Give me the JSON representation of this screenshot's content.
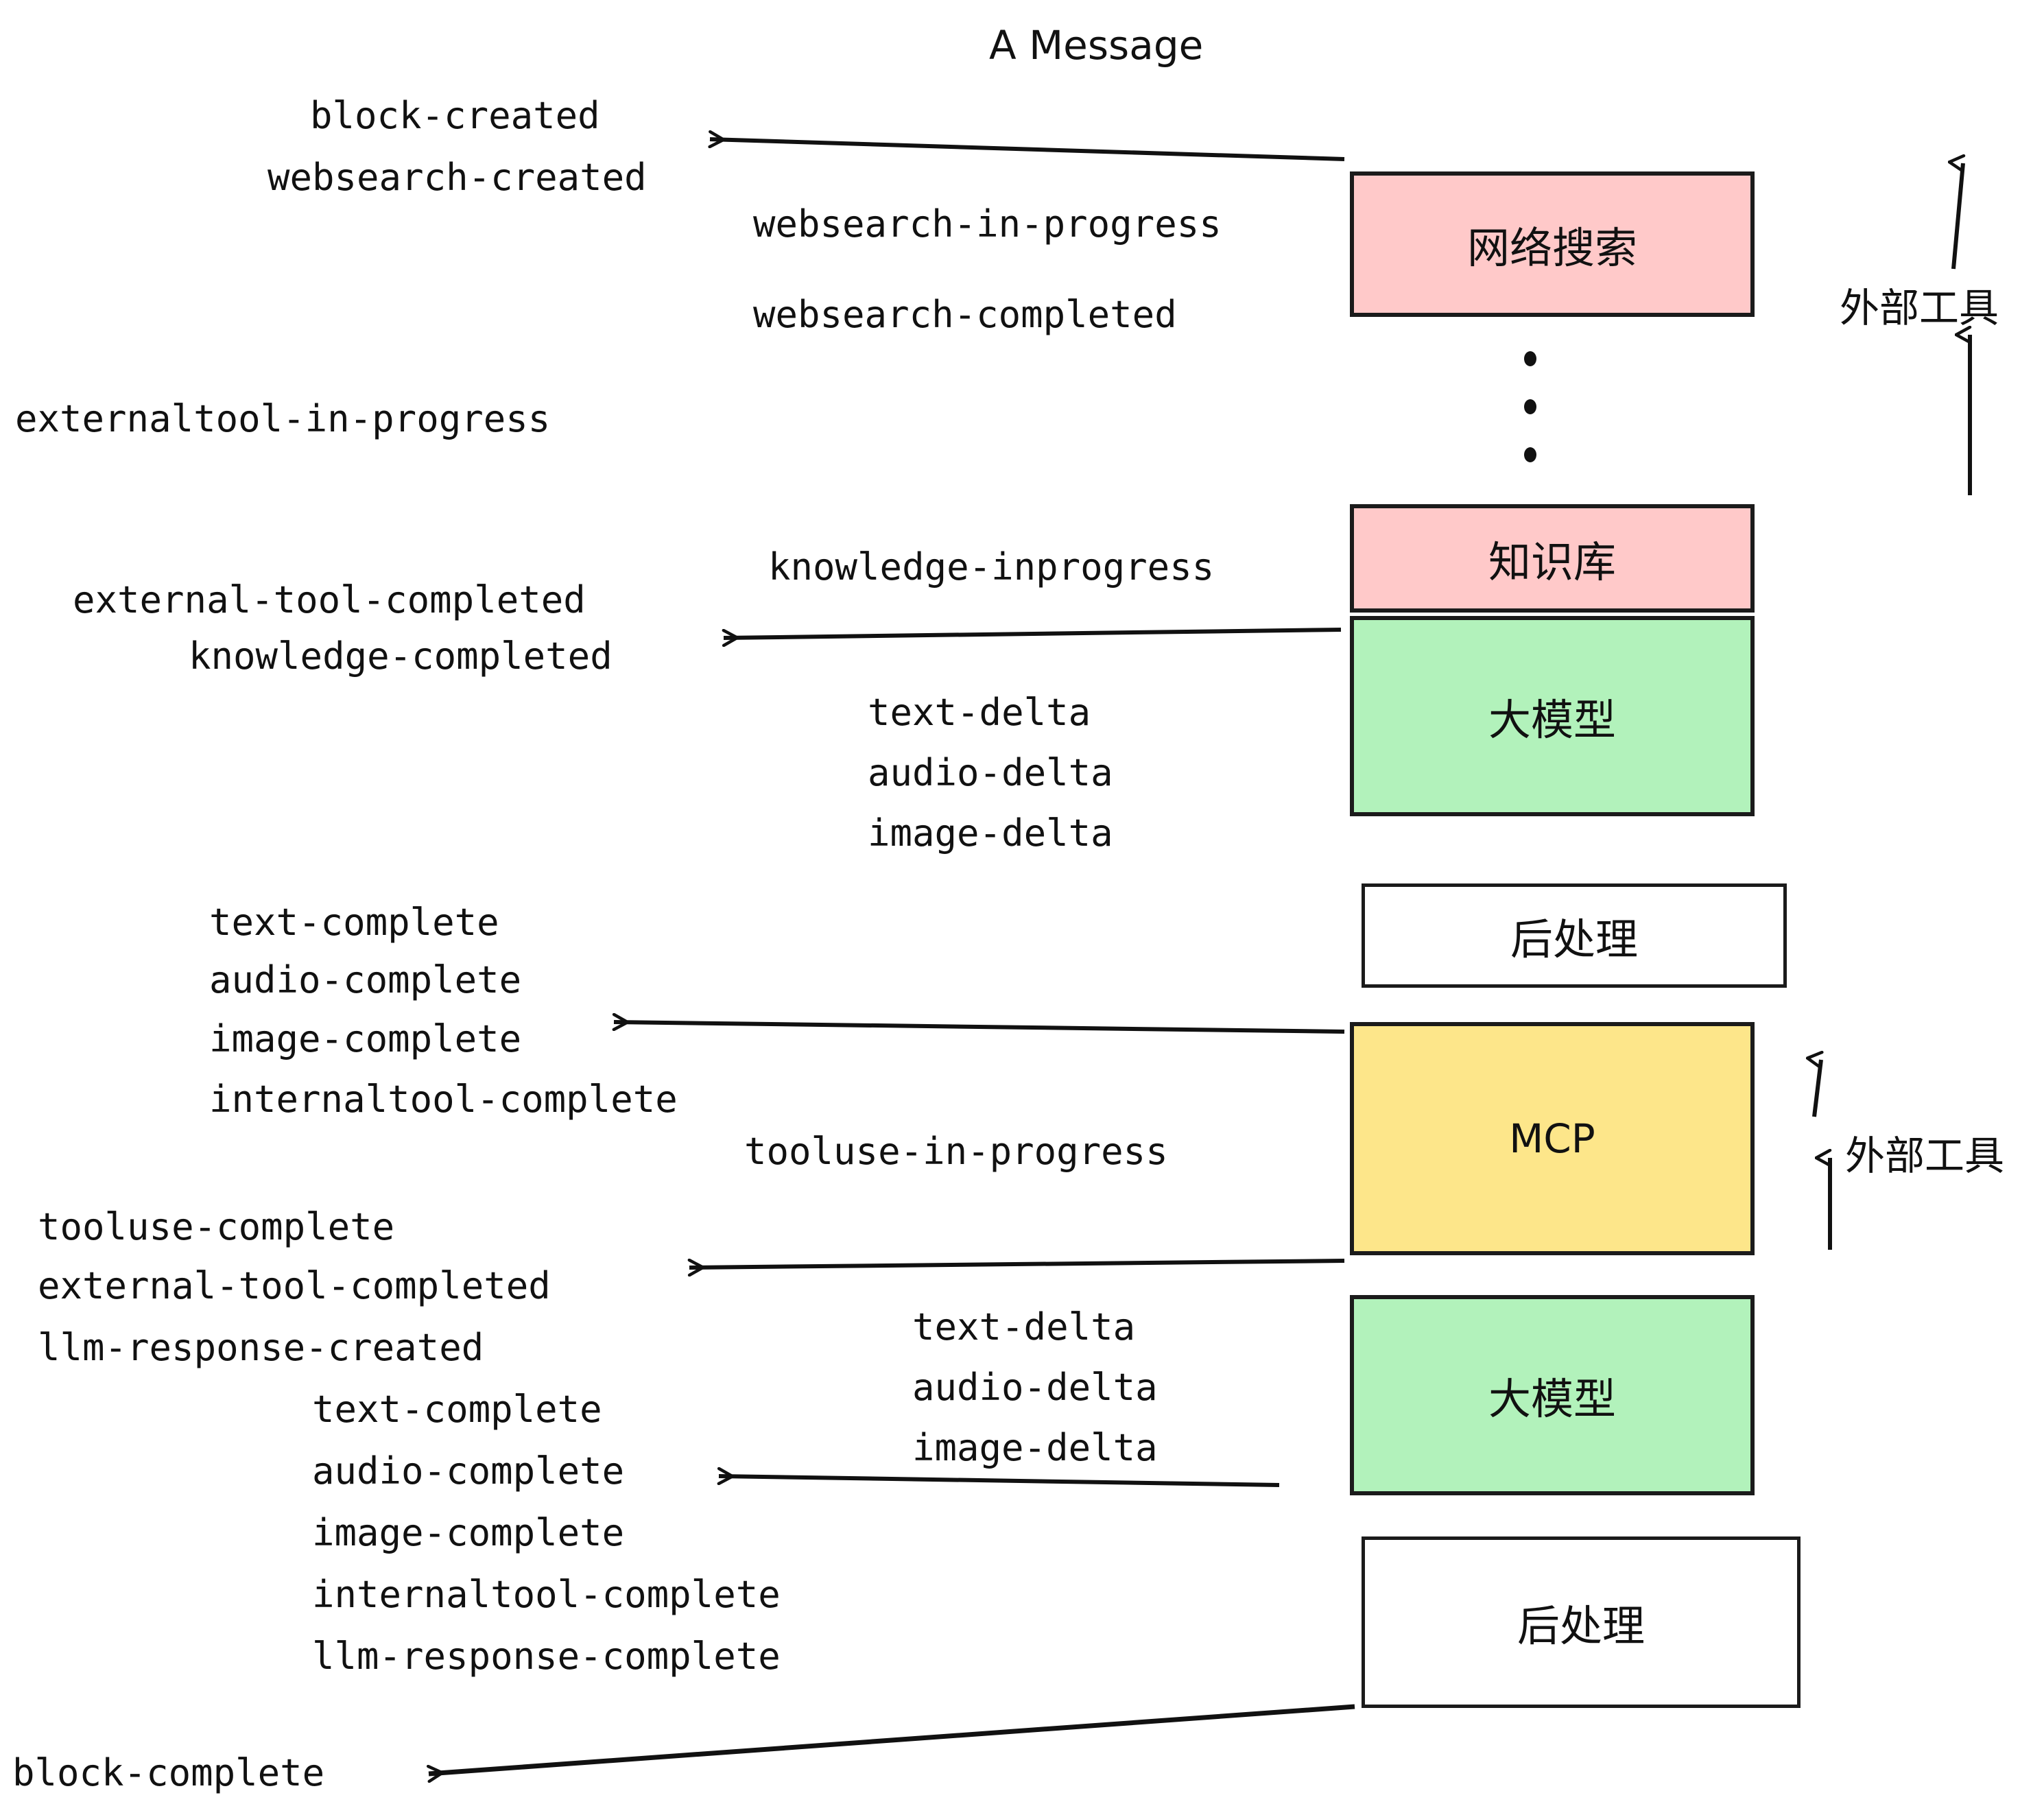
{
  "title": "A Message",
  "colors": {
    "pink": "#FFC9C9",
    "green": "#B2F2BB",
    "yellow": "#FDE68A",
    "white": "#FFFFFF",
    "stroke": "#1B1B1B"
  },
  "boxes": [
    {
      "id": "websearch",
      "label": "网络搜索",
      "fill": "#FFC9C9"
    },
    {
      "id": "knowledge",
      "label": "知识库",
      "fill": "#FFC9C9"
    },
    {
      "id": "llm-top",
      "label": "大模型",
      "fill": "#B2F2BB"
    },
    {
      "id": "post-top",
      "label": "后处理",
      "fill": "#FFFFFF"
    },
    {
      "id": "mcp",
      "label": "MCP",
      "fill": "#FDE68A"
    },
    {
      "id": "llm-bottom",
      "label": "大模型",
      "fill": "#B2F2BB"
    },
    {
      "id": "post-bottom",
      "label": "后处理",
      "fill": "#FFFFFF"
    }
  ],
  "side_labels": [
    {
      "id": "external-tools-top",
      "label": "外部工具"
    },
    {
      "id": "external-tools-bottom",
      "label": "外部工具"
    }
  ],
  "events": [
    {
      "id": "block-created",
      "text": "block-created"
    },
    {
      "id": "websearch-created",
      "text": "websearch-created"
    },
    {
      "id": "websearch-in-progress",
      "text": "websearch-in-progress"
    },
    {
      "id": "websearch-completed",
      "text": "websearch-completed"
    },
    {
      "id": "externaltool-in-progress",
      "text": "externaltool-in-progress"
    },
    {
      "id": "knowledge-inprogress",
      "text": "knowledge-inprogress"
    },
    {
      "id": "external-tool-completed-1",
      "text": "external-tool-completed"
    },
    {
      "id": "knowledge-completed",
      "text": "knowledge-completed"
    },
    {
      "id": "text-delta-1",
      "text": "text-delta"
    },
    {
      "id": "audio-delta-1",
      "text": "audio-delta"
    },
    {
      "id": "image-delta-1",
      "text": "image-delta"
    },
    {
      "id": "text-complete-1",
      "text": "text-complete"
    },
    {
      "id": "audio-complete-1",
      "text": "audio-complete"
    },
    {
      "id": "image-complete-1",
      "text": "image-complete"
    },
    {
      "id": "internaltool-complete-1",
      "text": "internaltool-complete"
    },
    {
      "id": "tooluse-in-progress",
      "text": "tooluse-in-progress"
    },
    {
      "id": "tooluse-complete",
      "text": "tooluse-complete"
    },
    {
      "id": "external-tool-completed-2",
      "text": "external-tool-completed"
    },
    {
      "id": "llm-response-created",
      "text": "llm-response-created"
    },
    {
      "id": "text-delta-2",
      "text": "text-delta"
    },
    {
      "id": "audio-delta-2",
      "text": "audio-delta"
    },
    {
      "id": "image-delta-2",
      "text": "image-delta"
    },
    {
      "id": "text-complete-2",
      "text": "text-complete"
    },
    {
      "id": "audio-complete-2",
      "text": "audio-complete"
    },
    {
      "id": "image-complete-2",
      "text": "image-complete"
    },
    {
      "id": "internaltool-complete-2",
      "text": "internaltool-complete"
    },
    {
      "id": "llm-response-complete",
      "text": "llm-response-complete"
    },
    {
      "id": "block-complete",
      "text": "block-complete"
    }
  ],
  "ellipsis": {
    "id": "vertical-ellipsis",
    "dots": 3
  }
}
